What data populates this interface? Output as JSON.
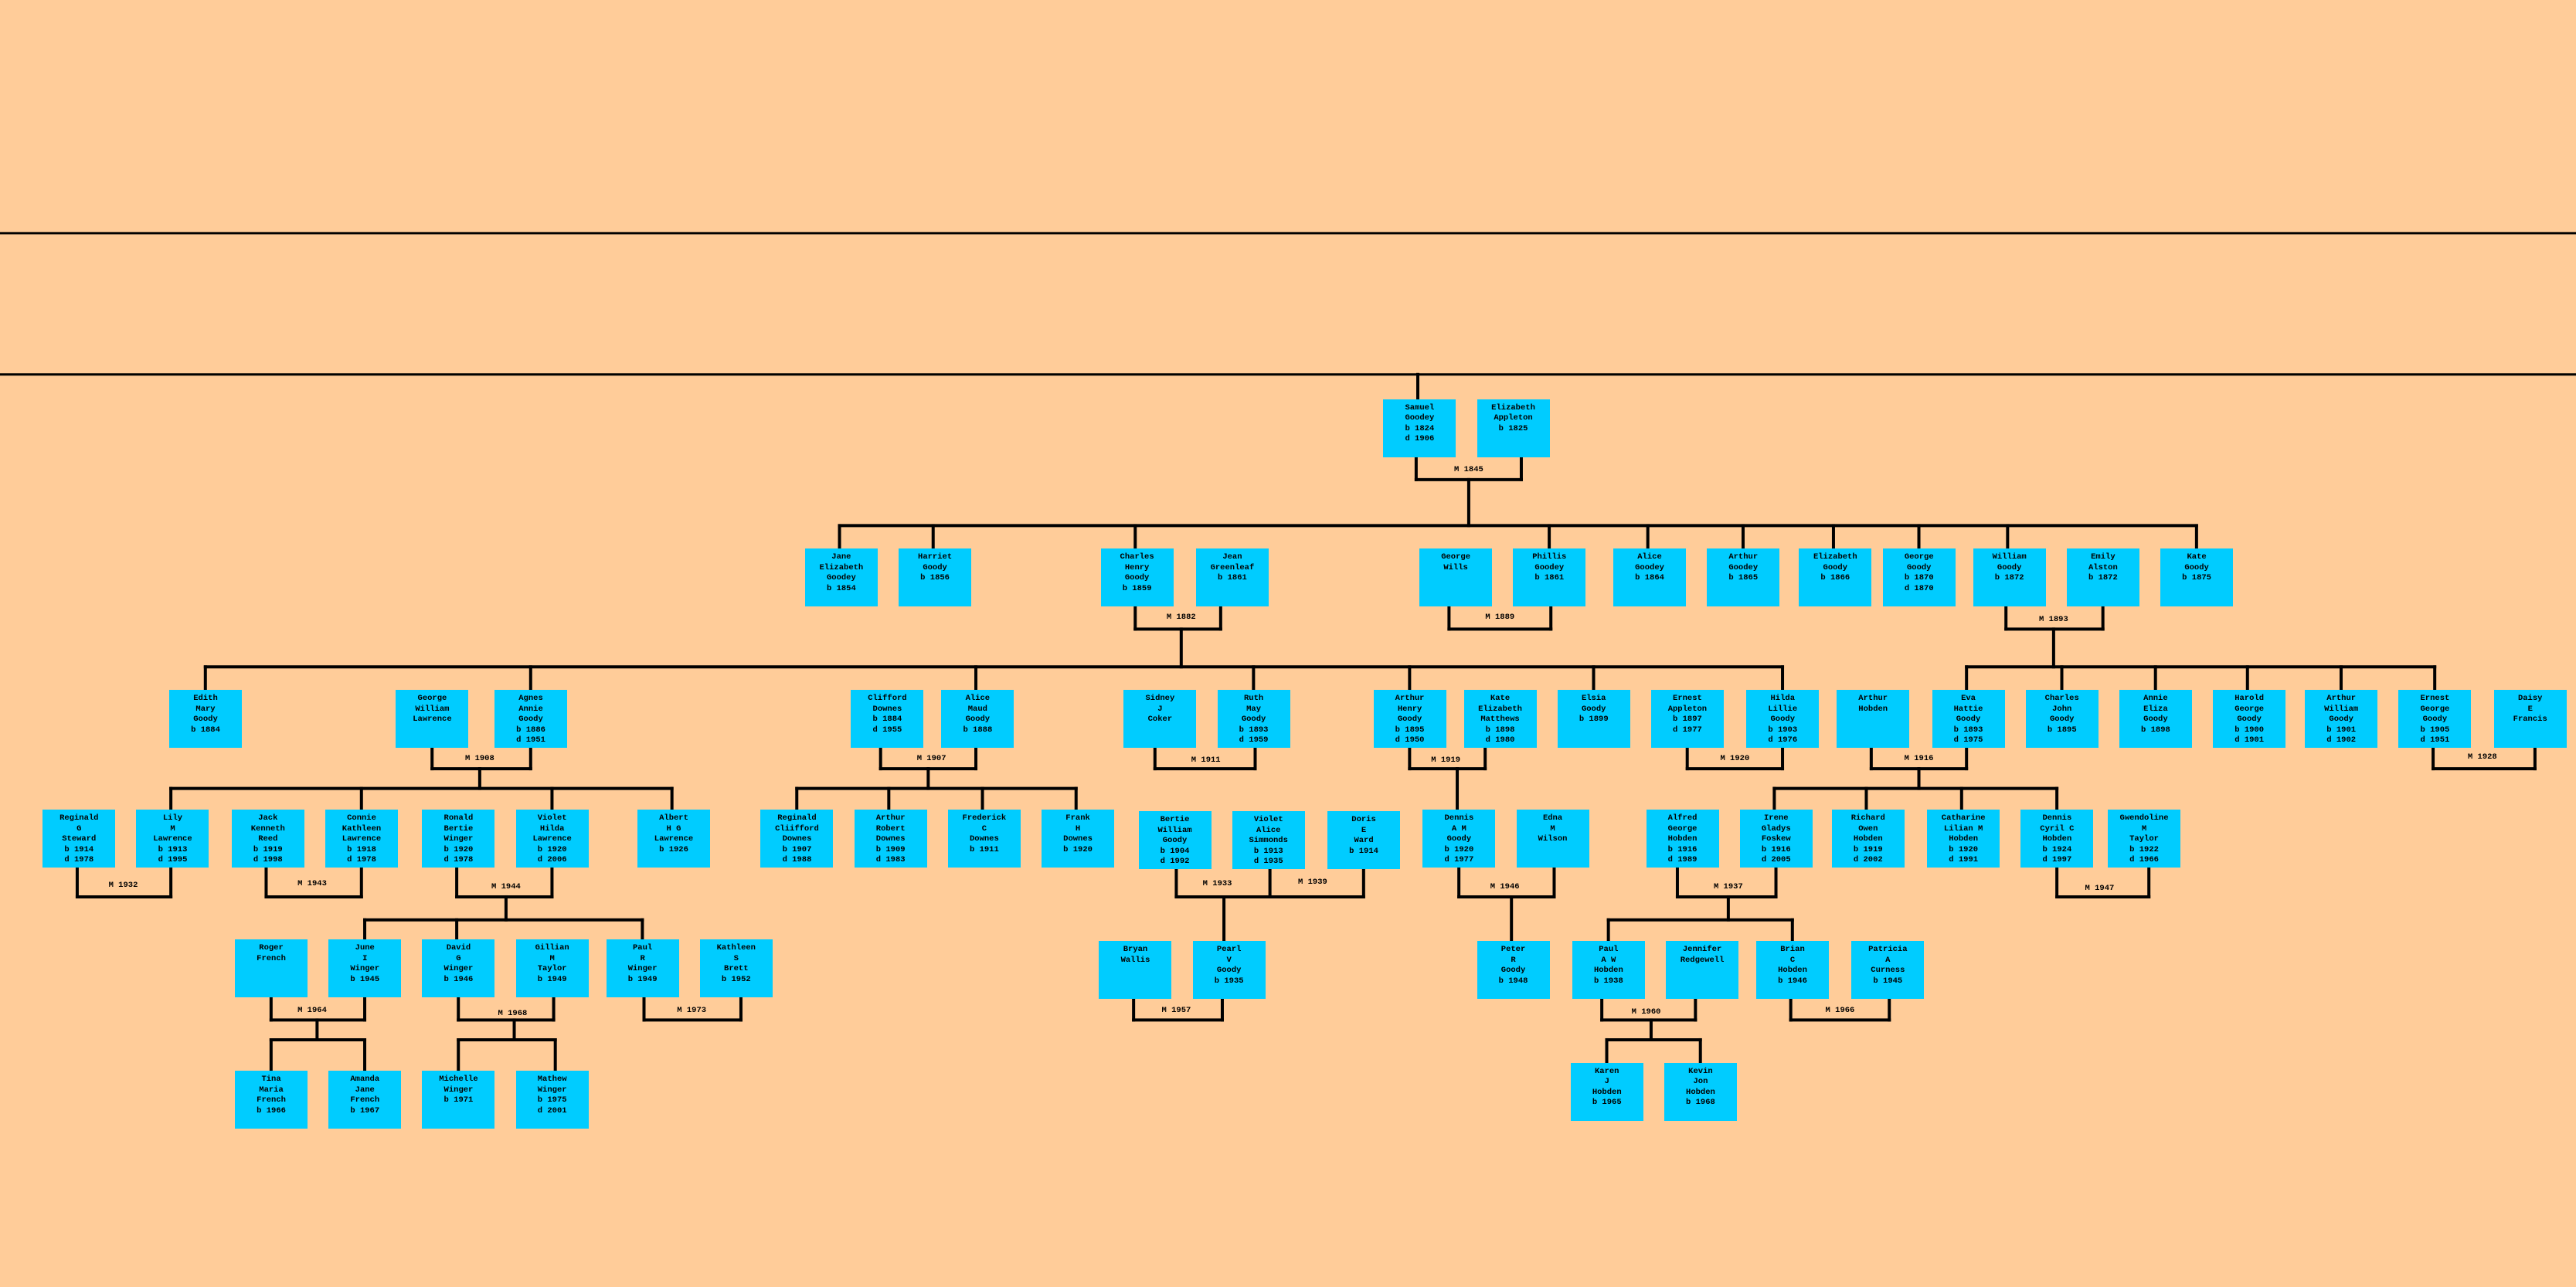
{
  "colors": {
    "background": "#FFCC99",
    "person_box": "#00CCFF",
    "line": "#000000"
  },
  "people": [
    {
      "lines": [
        "Samuel",
        "Goodey",
        "b 1824",
        "d 1906"
      ]
    },
    {
      "lines": [
        "Elizabeth",
        "Appleton",
        "b 1825"
      ]
    },
    {
      "lines": [
        "Jane",
        "Elizabeth",
        "Goodey",
        "b 1854"
      ]
    },
    {
      "lines": [
        "Harriet",
        "Goody",
        "b 1856"
      ]
    },
    {
      "lines": [
        "Charles",
        "Henry",
        "Goody",
        "b 1859"
      ]
    },
    {
      "lines": [
        "Jean",
        "Greenleaf",
        "b 1861"
      ]
    },
    {
      "lines": [
        "George",
        "Wills"
      ]
    },
    {
      "lines": [
        "Phillis",
        "Goodey",
        "b 1861"
      ]
    },
    {
      "lines": [
        "Alice",
        "Goodey",
        "b 1864"
      ]
    },
    {
      "lines": [
        "Arthur",
        "Goodey",
        "b 1865"
      ]
    },
    {
      "lines": [
        "Elizabeth",
        "Goody",
        "b 1866"
      ]
    },
    {
      "lines": [
        "George",
        "Goody",
        "b 1870",
        "d 1870"
      ]
    },
    {
      "lines": [
        "William",
        "Goody",
        "b 1872"
      ]
    },
    {
      "lines": [
        "Emily",
        "Alston",
        "b 1872"
      ]
    },
    {
      "lines": [
        "Kate",
        "Goody",
        "b 1875"
      ]
    },
    {
      "lines": [
        "Edith",
        "Mary",
        "Goody",
        "b 1884"
      ]
    },
    {
      "lines": [
        "George",
        "William",
        "Lawrence"
      ]
    },
    {
      "lines": [
        "Agnes",
        "Annie",
        "Goody",
        "b 1886",
        "d 1951"
      ]
    },
    {
      "lines": [
        "Clifford",
        "Downes",
        "b 1884",
        "d 1955"
      ]
    },
    {
      "lines": [
        "Alice",
        "Maud",
        "Goody",
        "b 1888"
      ]
    },
    {
      "lines": [
        "Sidney",
        "J",
        "Coker"
      ]
    },
    {
      "lines": [
        "Ruth",
        "May",
        "Goody",
        "b 1893",
        "d 1959"
      ]
    },
    {
      "lines": [
        "Arthur",
        "Henry",
        "Goody",
        "b 1895",
        "d 1950"
      ]
    },
    {
      "lines": [
        "Kate",
        "Elizabeth",
        "Matthews",
        "b 1898",
        "d 1980"
      ]
    },
    {
      "lines": [
        "Elsia",
        "Goody",
        "b 1899"
      ]
    },
    {
      "lines": [
        "Ernest",
        "Appleton",
        "b 1897",
        "d 1977"
      ]
    },
    {
      "lines": [
        "Hilda",
        "Lillie",
        "Goody",
        "b 1903",
        "d 1976"
      ]
    },
    {
      "lines": [
        "Arthur",
        "Hobden"
      ]
    },
    {
      "lines": [
        "Eva",
        "Hattie",
        "Goody",
        "b 1893",
        "d 1975"
      ]
    },
    {
      "lines": [
        "Charles",
        "John",
        "Goody",
        "b 1895"
      ]
    },
    {
      "lines": [
        "Annie",
        "Eliza",
        "Goody",
        "b 1898"
      ]
    },
    {
      "lines": [
        "Harold",
        "George",
        "Goody",
        "b 1900",
        "d 1901"
      ]
    },
    {
      "lines": [
        "Arthur",
        "William",
        "Goody",
        "b 1901",
        "d 1902"
      ]
    },
    {
      "lines": [
        "Ernest",
        "George",
        "Goody",
        "b 1905",
        "d 1951"
      ]
    },
    {
      "lines": [
        "Daisy",
        "E",
        "Francis"
      ]
    },
    {
      "lines": [
        "Reginald",
        "G",
        "Steward",
        "b 1914",
        "d 1978"
      ]
    },
    {
      "lines": [
        "Lily",
        "M",
        "Lawrence",
        "b 1913",
        "d 1995"
      ]
    },
    {
      "lines": [
        "Jack",
        "Kenneth",
        "Reed",
        "b 1919",
        "d 1998"
      ]
    },
    {
      "lines": [
        "Connie",
        "Kathleen",
        "Lawrence",
        "b 1918",
        "d 1978"
      ]
    },
    {
      "lines": [
        "Ronald",
        "Bertie",
        "Winger",
        "b 1920",
        "d 1978"
      ]
    },
    {
      "lines": [
        "Violet",
        "Hilda",
        "Lawrence",
        "b 1920",
        "d 2006"
      ]
    },
    {
      "lines": [
        "Albert",
        "H G",
        "Lawrence",
        "b 1926"
      ]
    },
    {
      "lines": [
        "Reginald",
        "Cliifford",
        "Downes",
        "b 1907",
        "d 1988"
      ]
    },
    {
      "lines": [
        "Arthur",
        "Robert",
        "Downes",
        "b 1909",
        "d 1983"
      ]
    },
    {
      "lines": [
        "Frederick",
        "C",
        "Downes",
        "b 1911"
      ]
    },
    {
      "lines": [
        "Frank",
        "H",
        "Downes",
        "b 1920"
      ]
    },
    {
      "lines": [
        "Bertie",
        "William",
        "Goody",
        "b 1904",
        "d 1992"
      ]
    },
    {
      "lines": [
        "Violet",
        "Alice",
        "Simmonds",
        "b 1913",
        "d 1935"
      ]
    },
    {
      "lines": [
        "Doris",
        "E",
        "Ward",
        "b 1914"
      ]
    },
    {
      "lines": [
        "Dennis",
        "A M",
        "Goody",
        "b 1920",
        "d 1977"
      ]
    },
    {
      "lines": [
        "Edna",
        "M",
        "Wilson"
      ]
    },
    {
      "lines": [
        "Alfred",
        "George",
        "Hobden",
        "b 1916",
        "d 1989"
      ]
    },
    {
      "lines": [
        "Irene",
        "Gladys",
        "Foskew",
        "b 1916",
        "d 2005"
      ]
    },
    {
      "lines": [
        "Richard",
        "Owen",
        "Hobden",
        "b 1919",
        "d 2002"
      ]
    },
    {
      "lines": [
        "Catharine",
        "Lilian M",
        "Hobden",
        "b 1920",
        "d 1991"
      ]
    },
    {
      "lines": [
        "Dennis",
        "Cyril C",
        "Hobden",
        "b 1924",
        "d 1997"
      ]
    },
    {
      "lines": [
        "Gwendoline",
        "M",
        "Taylor",
        "b 1922",
        "d 1966"
      ]
    },
    {
      "lines": [
        "Roger",
        "French"
      ]
    },
    {
      "lines": [
        "June",
        "I",
        "Winger",
        "b 1945"
      ]
    },
    {
      "lines": [
        "David",
        "G",
        "Winger",
        "b 1946"
      ]
    },
    {
      "lines": [
        "Gillian",
        "M",
        "Taylor",
        "b 1949"
      ]
    },
    {
      "lines": [
        "Paul",
        "R",
        "Winger",
        "b 1949"
      ]
    },
    {
      "lines": [
        "Kathleen",
        "S",
        "Brett",
        "b 1952"
      ]
    },
    {
      "lines": [
        "Bryan",
        "Wallis"
      ]
    },
    {
      "lines": [
        "Pearl",
        "V",
        "Goody",
        "b 1935"
      ]
    },
    {
      "lines": [
        "Peter",
        "R",
        "Goody",
        "b 1948"
      ]
    },
    {
      "lines": [
        "Paul",
        "A W",
        "Hobden",
        "b 1938"
      ]
    },
    {
      "lines": [
        "Jennifer",
        "Redgewell"
      ]
    },
    {
      "lines": [
        "Brian",
        "C",
        "Hobden",
        "b 1946"
      ]
    },
    {
      "lines": [
        "Patricia",
        "A",
        "Curness",
        "b 1945"
      ]
    },
    {
      "lines": [
        "Tina",
        "Maria",
        "French",
        "b 1966"
      ]
    },
    {
      "lines": [
        "Amanda",
        "Jane",
        "French",
        "b 1967"
      ]
    },
    {
      "lines": [
        "Michelle",
        "Winger",
        "b 1971"
      ]
    },
    {
      "lines": [
        "Mathew",
        "Winger",
        "b 1975",
        "d 2001"
      ]
    },
    {
      "lines": [
        "Karen",
        "J",
        "Hobden",
        "b 1965"
      ]
    },
    {
      "lines": [
        "Kevin",
        "Jon",
        "Hobden",
        "b 1968"
      ]
    }
  ],
  "marriages": [
    "M 1845",
    "M 1882",
    "M 1889",
    "M 1893",
    "M 1908",
    "M 1907",
    "M 1911",
    "M 1919",
    "M 1920",
    "M 1916",
    "M 1928",
    "M 1932",
    "M 1943",
    "M 1944",
    "M 1933",
    "M 1939",
    "M 1946",
    "M 1937",
    "M 1947",
    "M 1964",
    "M 1968",
    "M 1973",
    "M 1957",
    "M 1960",
    "M 1966"
  ]
}
